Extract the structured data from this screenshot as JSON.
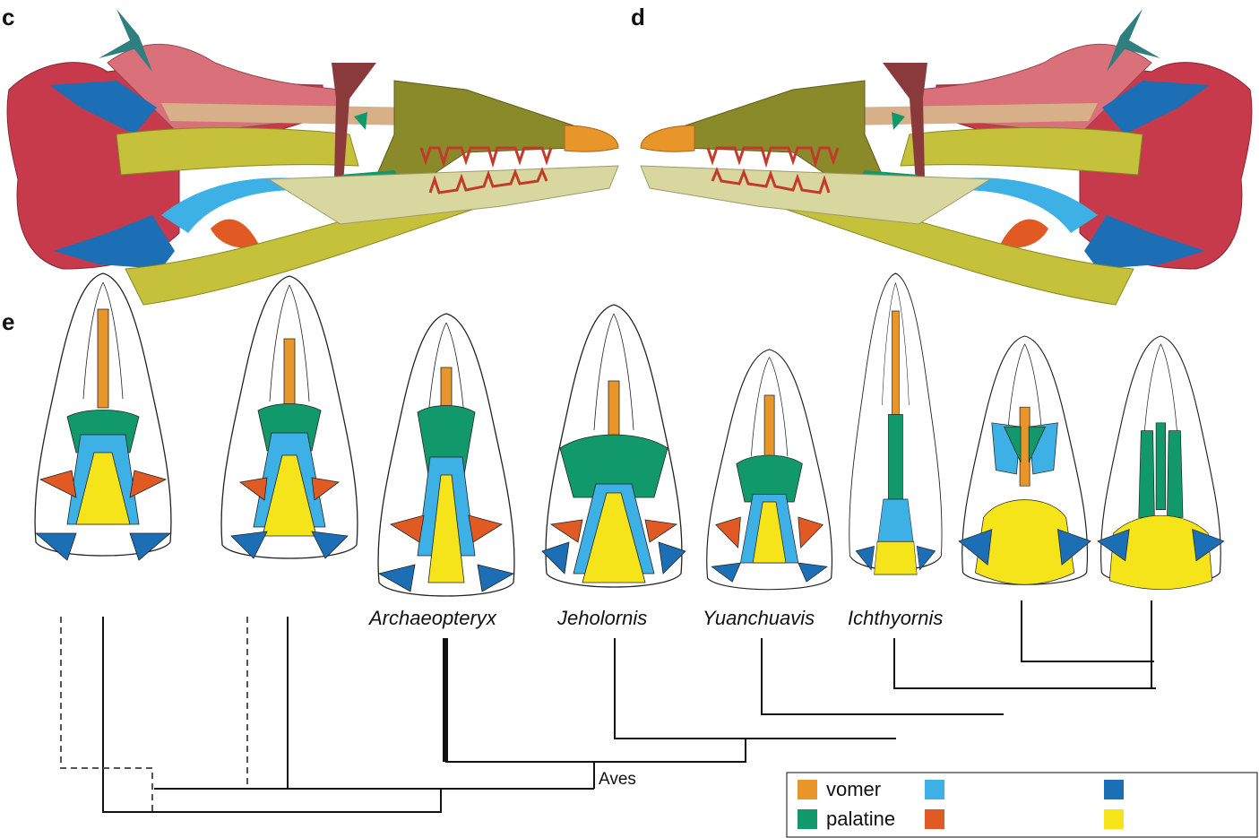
{
  "panels": {
    "c": "c",
    "d": "d",
    "e": "e"
  },
  "taxa": [
    "Archaeopteryx",
    "Jeholornis",
    "Yuanchuavis",
    "Ichthyornis"
  ],
  "node_label": "Aves",
  "legend": {
    "vomer": "vomer",
    "palatine": "palatine"
  },
  "colors": {
    "vomer": "#e8952a",
    "palatine": "#11996b",
    "pterygoid": "#3db0e6",
    "ectopterygoid": "#e25a23",
    "parasphenoid": "#f5e41a",
    "quadrate": "#1c6fb5",
    "braincase": "#c63a4c",
    "skull_roof": "#d9707a",
    "jugal": "#c6c13a",
    "maxilla": "#8a8a2a",
    "dentary": "#d8d7a0",
    "premaxilla": "#e8952a",
    "nasal": "#d7b08a",
    "lacrimal": "#8a3a3a",
    "hyoid": "#2f7f80"
  }
}
